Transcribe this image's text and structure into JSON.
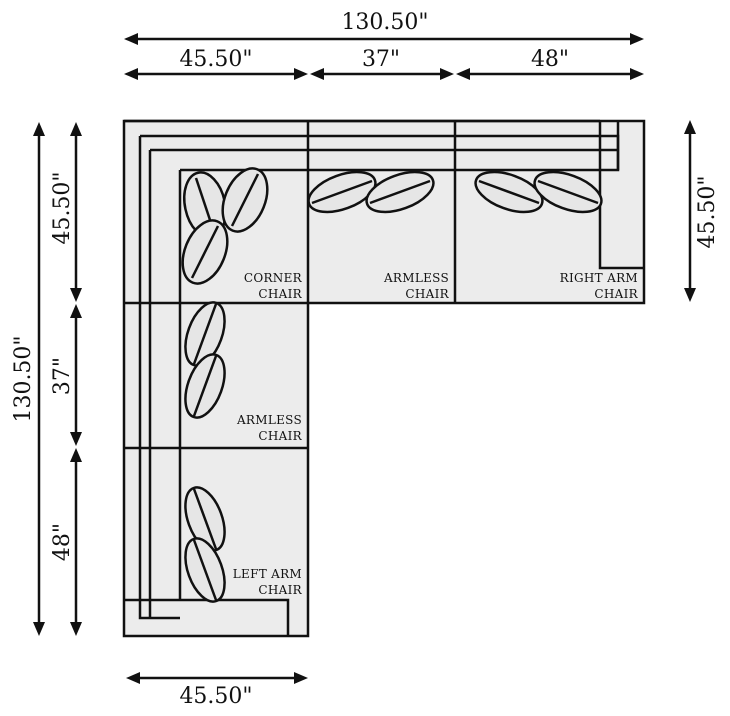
{
  "dimensions": {
    "top_total": "130.50\"",
    "top_segment_1": "45.50\"",
    "top_segment_2": "37\"",
    "top_segment_3": "48\"",
    "left_total": "130.50\"",
    "left_segment_1": "45.50\"",
    "left_segment_2": "37\"",
    "left_segment_3": "48\"",
    "right_depth": "45.50\"",
    "bottom_depth": "45.50\""
  },
  "pieces": {
    "corner": {
      "line1": "CORNER",
      "line2": "CHAIR"
    },
    "armless_top": {
      "line1": "ARMLESS",
      "line2": "CHAIR"
    },
    "right_arm": {
      "line1": "RIGHT ARM",
      "line2": "CHAIR"
    },
    "armless_left": {
      "line1": "ARMLESS",
      "line2": "CHAIR"
    },
    "left_arm": {
      "line1": "LEFT ARM",
      "line2": "CHAIR"
    }
  },
  "colors": {
    "fill": "#ececec",
    "stroke": "#111111"
  }
}
